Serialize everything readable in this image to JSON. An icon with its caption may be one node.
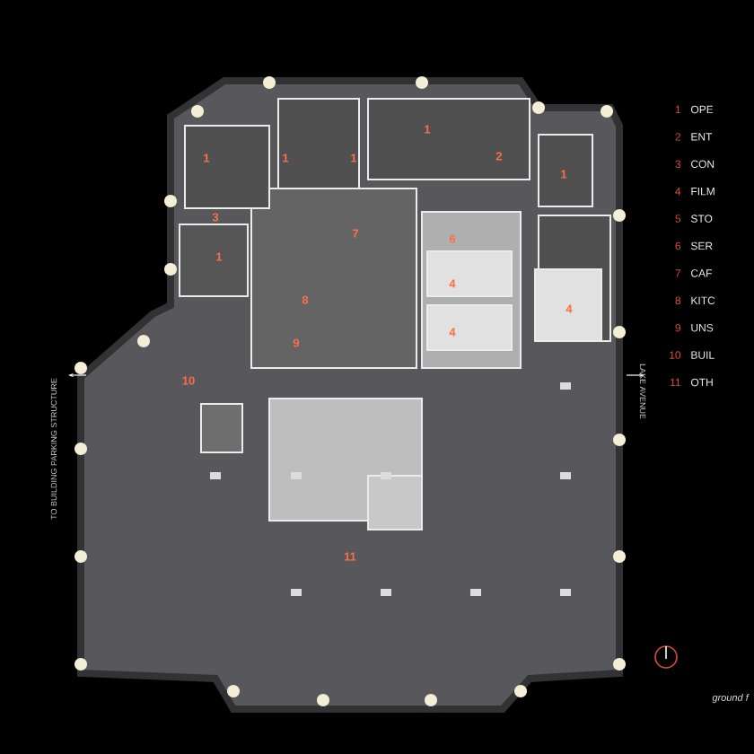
{
  "diagram": {
    "labels": [
      "1",
      "1",
      "1",
      "1",
      "2",
      "1",
      "3",
      "1",
      "7",
      "6",
      "4",
      "4",
      "8",
      "4",
      "9",
      "10",
      "11",
      "TO BUILDING PARKING STRUCTURE",
      "LAKE AVENUE",
      "1",
      "OPE",
      "2",
      "ENT",
      "3",
      "CON",
      "4",
      "FILM",
      "5",
      "STO",
      "6",
      "SER",
      "7",
      "CAF",
      "8",
      "KITC",
      "9",
      "UNS",
      "10",
      "BUIL",
      "11",
      "OTH",
      "ground f"
    ]
  }
}
